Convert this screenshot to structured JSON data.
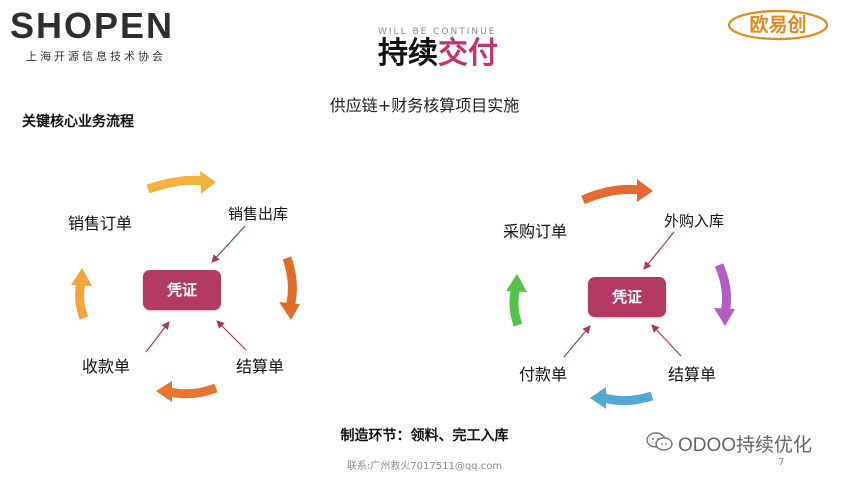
{
  "header": {
    "logo_text": "SHOPEN",
    "logo_subtitle": "上海开源信息技术协会",
    "brand_label": "欧易创",
    "title_tagline": "WILL BE CONTINUE",
    "title_part1": "持续",
    "title_part2": "交付",
    "subtitle": "供应链+财务核算项目实施"
  },
  "section_label": "关键核心业务流程",
  "diagrams": {
    "sales": {
      "center": "凭证",
      "node_top_left": "销售订单",
      "node_top_right": "销售出库",
      "node_bottom_left": "收款单",
      "node_bottom_right": "结算单"
    },
    "purchase": {
      "center": "凭证",
      "node_top_left": "采购订单",
      "node_top_right": "外购入库",
      "node_bottom_left": "付款单",
      "node_bottom_right": "结算单"
    }
  },
  "footer": {
    "manufacturing_note": "制造环节：领料、完工入库",
    "contact": "联系:广州救火7017511@qq.com",
    "page_number": "7",
    "watermark": "ODOO持续优化"
  },
  "colors": {
    "title_accent": "#c3326e",
    "voucher": "#b23a62",
    "arrow_yellow": "#f3b23b",
    "arrow_orange": "#e97432",
    "arrow_burnt": "#df6d2a",
    "arrow_purple": "#b25ec0",
    "arrow_blue": "#52a9d2",
    "arrow_green": "#52c24a",
    "connector": "#a63a5e"
  }
}
